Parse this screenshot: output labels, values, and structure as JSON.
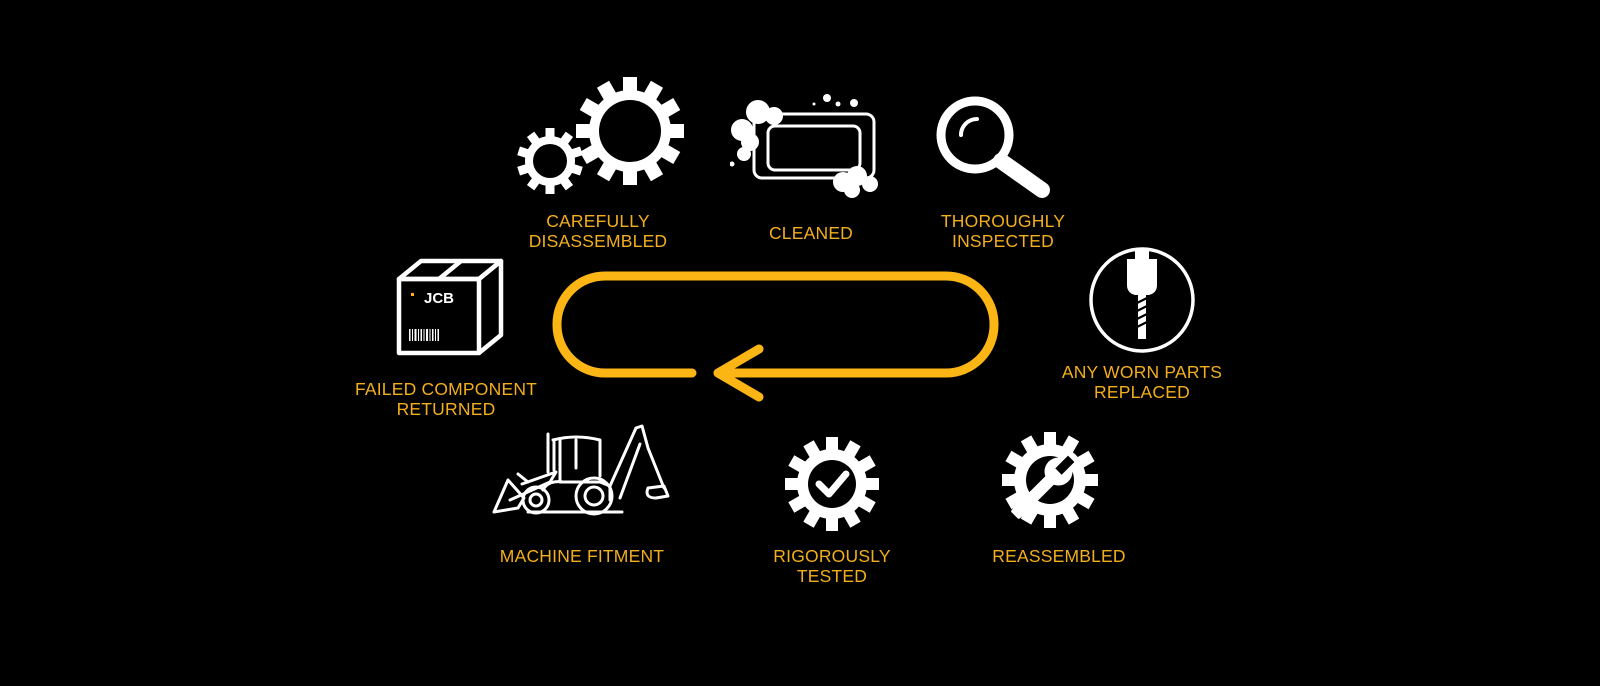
{
  "diagram": {
    "title": "JCB component remanufacturing process cycle",
    "accent_color": "#FBB515",
    "label_color": "#F2AE1C",
    "background": "#000000",
    "icon_color": "#FFFFFF",
    "flow_direction": "counter-clockwise loop arrow pointing left",
    "steps": [
      {
        "id": "disassembled",
        "icon": "gears-icon",
        "lines": [
          "CAREFULLY",
          "DISASSEMBLED"
        ]
      },
      {
        "id": "cleaned",
        "icon": "soap-bar-icon",
        "lines": [
          "CLEANED"
        ]
      },
      {
        "id": "inspected",
        "icon": "magnifying-glass-icon",
        "lines": [
          "THOROUGHLY",
          "INSPECTED"
        ]
      },
      {
        "id": "replaced",
        "icon": "drill-bit-icon",
        "lines": [
          "ANY WORN PARTS",
          "REPLACED"
        ]
      },
      {
        "id": "reassembled",
        "icon": "gear-wrench-icon",
        "lines": [
          "REASSEMBLED"
        ]
      },
      {
        "id": "tested",
        "icon": "gear-check-icon",
        "lines": [
          "RIGOROUSLY",
          "TESTED"
        ]
      },
      {
        "id": "fitment",
        "icon": "backhoe-loader-icon",
        "lines": [
          "MACHINE FITMENT"
        ]
      },
      {
        "id": "returned",
        "icon": "jcb-box-icon",
        "lines": [
          "FAILED COMPONENT",
          "RETURNED"
        ]
      }
    ],
    "box_brand": "JCB"
  }
}
